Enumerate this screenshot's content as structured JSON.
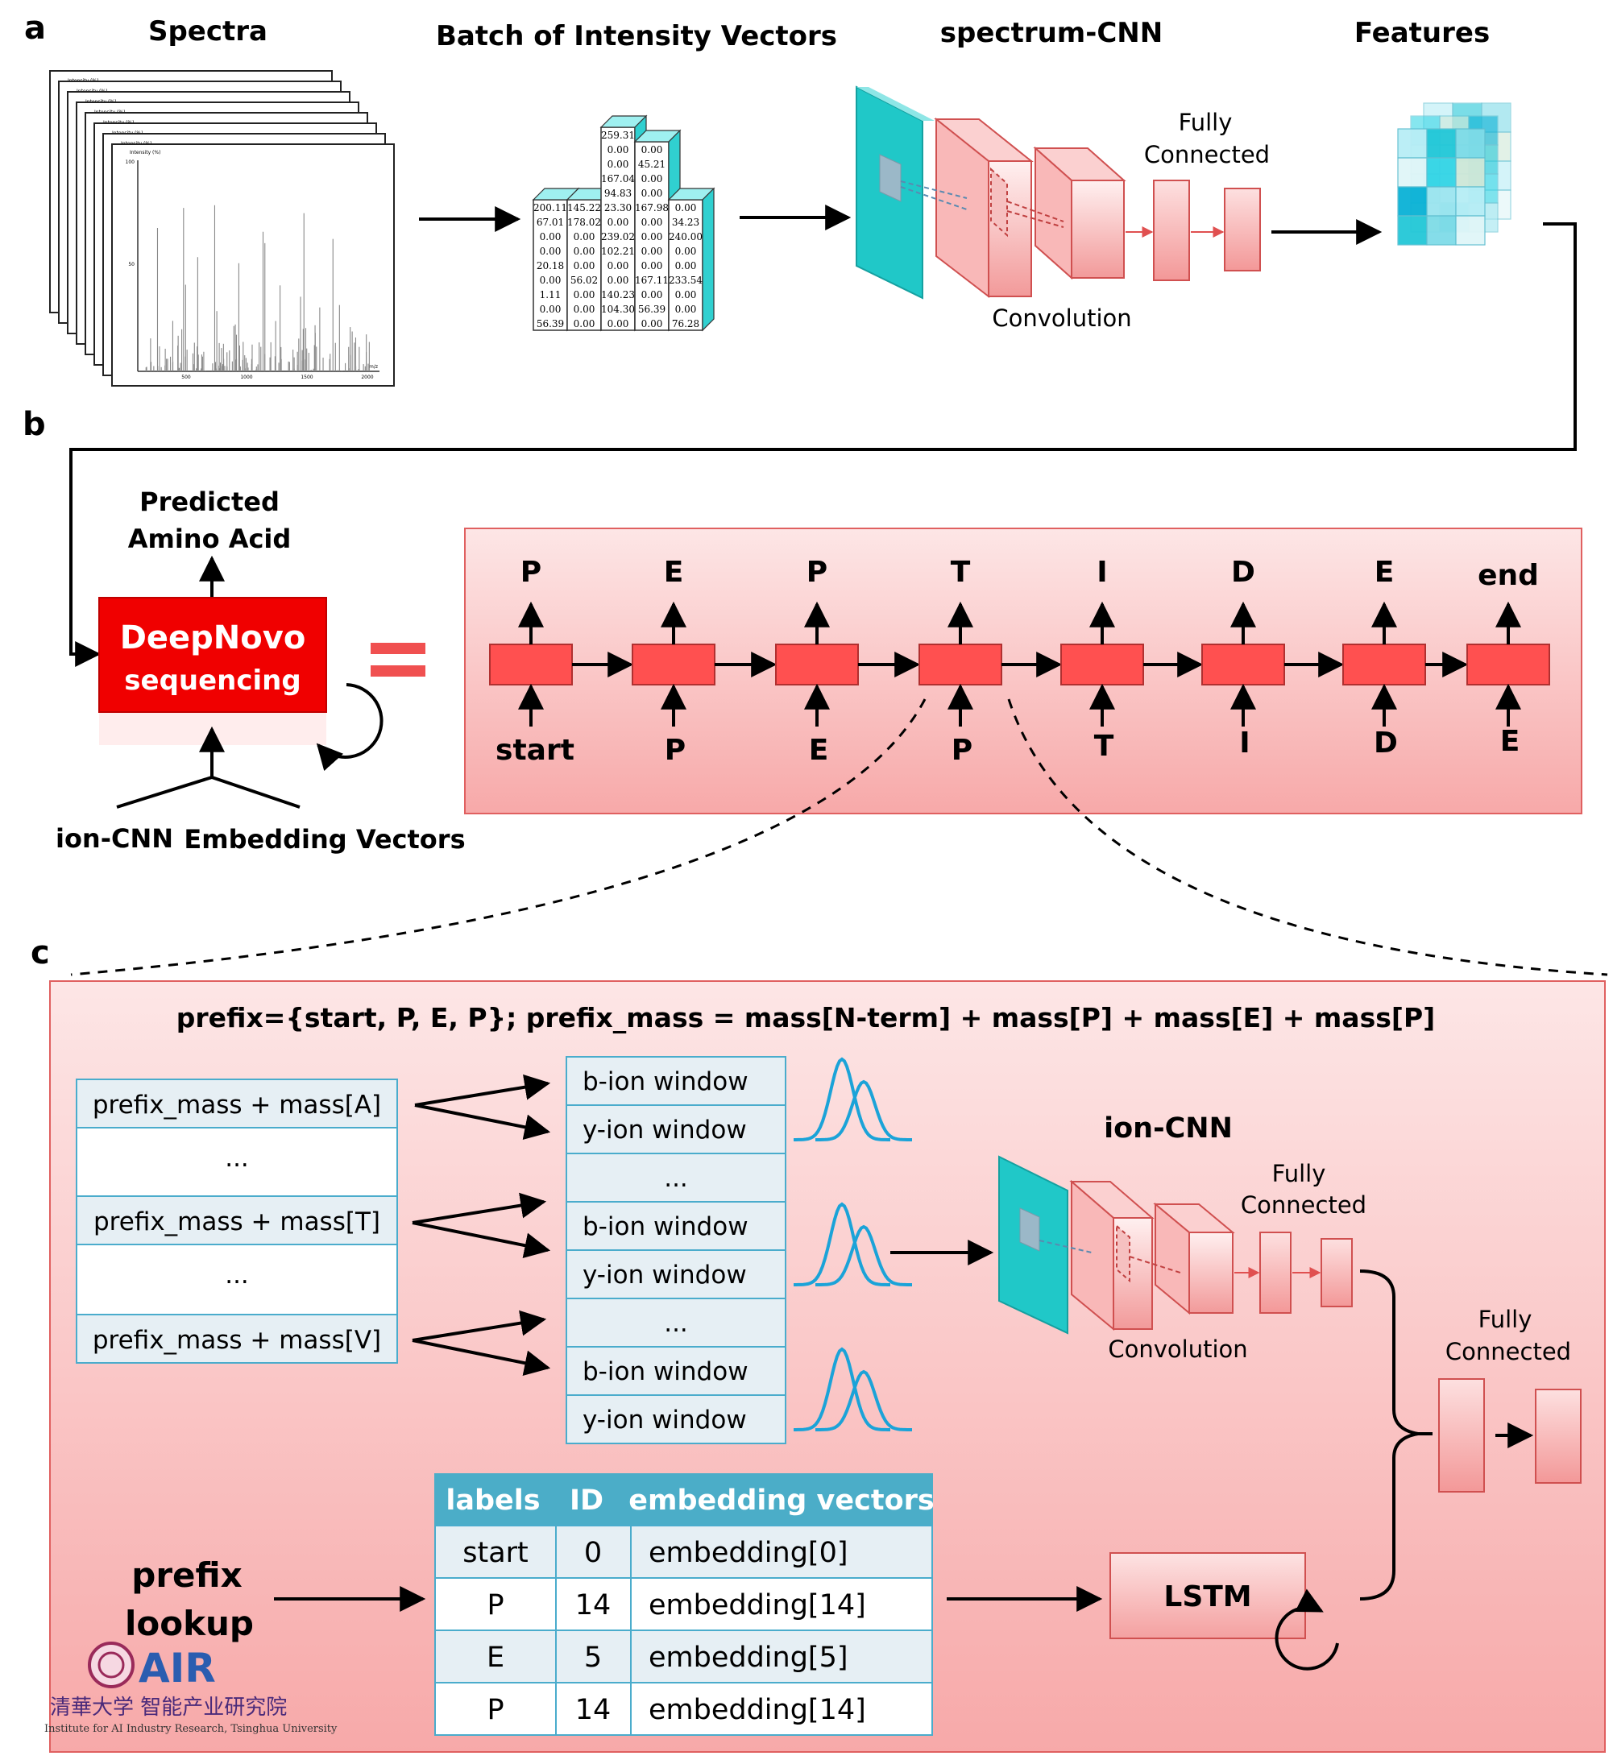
{
  "panel_a": {
    "letter": "a",
    "spectra_title": "Spectra",
    "spectrum_axis_label": "Intensity (%)",
    "spectrum_x_axis_label": "m/z",
    "spectrum_y_ticks": [
      "100",
      "50"
    ],
    "spectrum_x_ticks": [
      "500",
      "1000",
      "1500",
      "2000"
    ],
    "batch_title": "Batch of Intensity Vectors",
    "intensity_columns": [
      [
        "200.11",
        "67.01",
        "0.00",
        "0.00",
        "20.18",
        "0.00",
        "1.11",
        "0.00",
        "56.39"
      ],
      [
        "145.22",
        "178.02",
        "0.00",
        "0.00",
        "0.00",
        "56.02",
        "0.00",
        "0.00",
        "0.00"
      ],
      [
        "259.31",
        "0.00",
        "0.00",
        "167.04",
        "94.83",
        "23.30",
        "0.00",
        "239.02",
        "102.21",
        "0.00",
        "0.00",
        "140.23",
        "104.30",
        "0.00"
      ],
      [
        "0.00",
        "45.21",
        "0.00",
        "0.00",
        "167.98",
        "0.00",
        "0.00",
        "0.00",
        "0.00",
        "167.11",
        "0.00",
        "56.39",
        "0.00"
      ],
      [
        "0.00",
        "34.23",
        "240.00",
        "0.00",
        "0.00",
        "233.54",
        "0.00",
        "0.00",
        "76.28"
      ]
    ],
    "cnn_title": "spectrum-CNN",
    "fully_connected": [
      "Fully",
      "Connected"
    ],
    "convolution": "Convolution",
    "features_title": "Features"
  },
  "panel_b": {
    "letter": "b",
    "predicted": [
      "Predicted",
      "Amino Acid"
    ],
    "deepnovo": [
      "DeepNovo",
      "sequencing"
    ],
    "input_left": "ion-CNN",
    "input_right": "Embedding Vectors",
    "outputs": [
      "P",
      "E",
      "P",
      "T",
      "I",
      "D",
      "E",
      "end"
    ],
    "inputs": [
      "start",
      "P",
      "E",
      "P",
      "T",
      "I",
      "D",
      "E"
    ]
  },
  "panel_c": {
    "letter": "c",
    "formula": "prefix={start, P, E, P}; prefix_mass = mass[N-term] + mass[P] + mass[E] + mass[P]",
    "mass_rows": [
      "prefix_mass  + mass[A]",
      "...",
      "prefix_mass  + mass[T]",
      "...",
      "prefix_mass  + mass[V]"
    ],
    "window_rows": [
      "b-ion window",
      "y-ion window",
      "...",
      "b-ion window",
      "y-ion window",
      "...",
      "b-ion window",
      "y-ion window"
    ],
    "cnn_title": "ion-CNN",
    "fully_connected": [
      "Fully",
      "Connected"
    ],
    "convolution": "Convolution",
    "fully_connected_2": [
      "Fully",
      "Connected"
    ],
    "lstm": "LSTM",
    "prefix_lookup": [
      "prefix",
      "lookup"
    ],
    "table_headers": [
      "labels",
      "ID",
      "embedding vectors"
    ],
    "table_rows": [
      [
        "start",
        "0",
        "embedding[0]"
      ],
      [
        "P",
        "14",
        "embedding[14]"
      ],
      [
        "E",
        "5",
        "embedding[5]"
      ],
      [
        "P",
        "14",
        "embedding[14]"
      ]
    ],
    "logo": {
      "mark": "AIR",
      "chinese": "清華大学 智能产业研究院",
      "english": "Institute for AI Industry Research, Tsinghua University"
    }
  },
  "colors": {
    "panel_fill_top": "#fbe3e3",
    "panel_fill_bottom": "#f6a8a8",
    "cell_red": "#ff5050",
    "deepnovo_red": "#f00000",
    "cyan": "#1cc8c8",
    "light_blue": "#e8f0f4",
    "peak_blue": "#1ba3d8",
    "table_header": "#4badc8"
  }
}
